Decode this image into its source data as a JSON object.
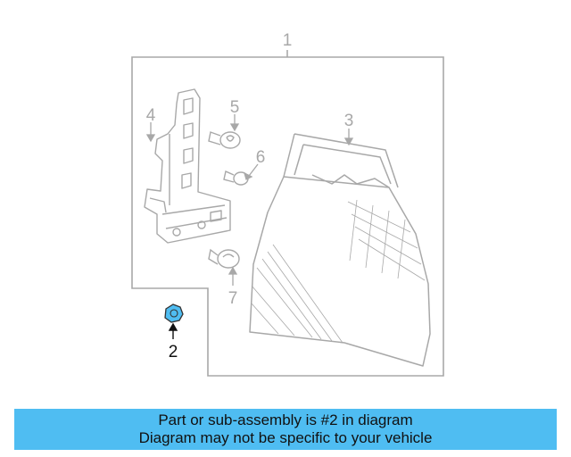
{
  "diagram": {
    "callouts": {
      "c1": "1",
      "c2": "2",
      "c3": "3",
      "c4": "4",
      "c5": "5",
      "c6": "6",
      "c7": "7"
    },
    "highlighted_part": "2",
    "highlight_color": "#4fbdf2",
    "line_color": "#a8a8a8"
  },
  "banner": {
    "line1": "Part or sub-assembly is #2 in diagram",
    "line2": "Diagram may not be specific to your vehicle",
    "background": "#4fbdf2"
  }
}
